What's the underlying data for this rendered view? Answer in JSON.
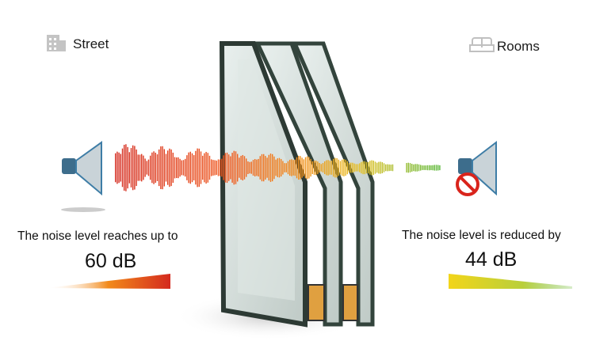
{
  "street": {
    "label": "Street",
    "icon": "building-icon"
  },
  "rooms": {
    "label": "Rooms",
    "icon": "sofa-icon"
  },
  "left_panel": {
    "caption": "The noise level reaches up to",
    "value": "60 dB"
  },
  "right_panel": {
    "caption": "The noise level is reduced by",
    "value": "44 dB"
  },
  "colors": {
    "loud": "#d42a1e",
    "mid": "#f28a1a",
    "quiet": "#59b83a",
    "gradient_right_start": "#f2d51a"
  }
}
